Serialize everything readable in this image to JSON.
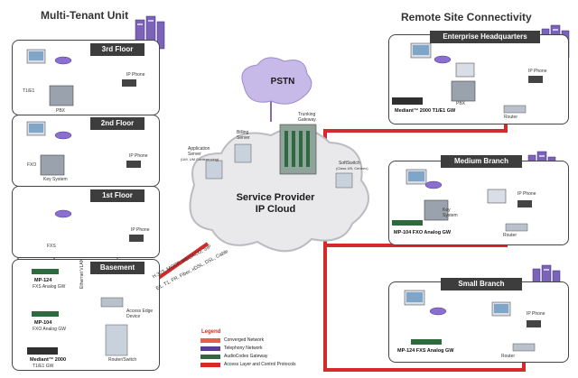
{
  "titles": {
    "left": "Multi-Tenant Unit",
    "right": "Remote Site Connectivity"
  },
  "floors": {
    "third": "3rd Floor",
    "second": "2nd Floor",
    "first": "1st Floor",
    "basement": "Basement"
  },
  "sites": {
    "hq": "Enterprise Headquarters",
    "medium": "Medium Branch",
    "small": "Small Branch"
  },
  "labels": {
    "t1e1": "T1/E1",
    "pbx": "PBX",
    "ipphone": "IP Phone",
    "fxo": "FXO",
    "keysystem": "Key System",
    "fxs": "FXS",
    "mp124": "MP-124",
    "mp124sub": "FXS Analog GW",
    "mp104": "MP-104",
    "mp104sub": "FXO Analog GW",
    "mediant": "Mediant™ 2000",
    "mediantsub": "T1/E1 GW",
    "ethernet": "Ethernet VLAN",
    "access": "Access Edge Device",
    "router_switch": "Router/Switch",
    "pstn": "PSTN",
    "cloud1": "Service Provider",
    "cloud2": "IP Cloud",
    "appserver": "Application Server",
    "appserver_sub": "(UM, UM Conferencing)",
    "billing": "Billing Server",
    "trunking": "Trunking Gateway",
    "softswitch": "SoftSwitch",
    "softswitch_sub": "(Class 4/5, Centrex)",
    "protocols1": "H.323, MGCP, MEGACO, SIP",
    "protocols2": "E1, T1, FR, Fiber, xDSL, DSL, Cable",
    "router": "Router",
    "hq_gw": "Mediant™ 2000 T1/E1 GW",
    "med_gw": "MP-104 FXO Analog GW",
    "small_gw": "MP-124 FXS Analog GW"
  },
  "legend": {
    "title": "Legend",
    "items": [
      {
        "label": "Converged Network",
        "color": "#e8604c"
      },
      {
        "label": "Telephony Network",
        "color": "#5a3f8f"
      },
      {
        "label": "AudioCodes Gateway",
        "color": "#2d6a3e"
      },
      {
        "label": "Access Layer and Control Protocols",
        "color": "#d42a2a"
      }
    ]
  }
}
